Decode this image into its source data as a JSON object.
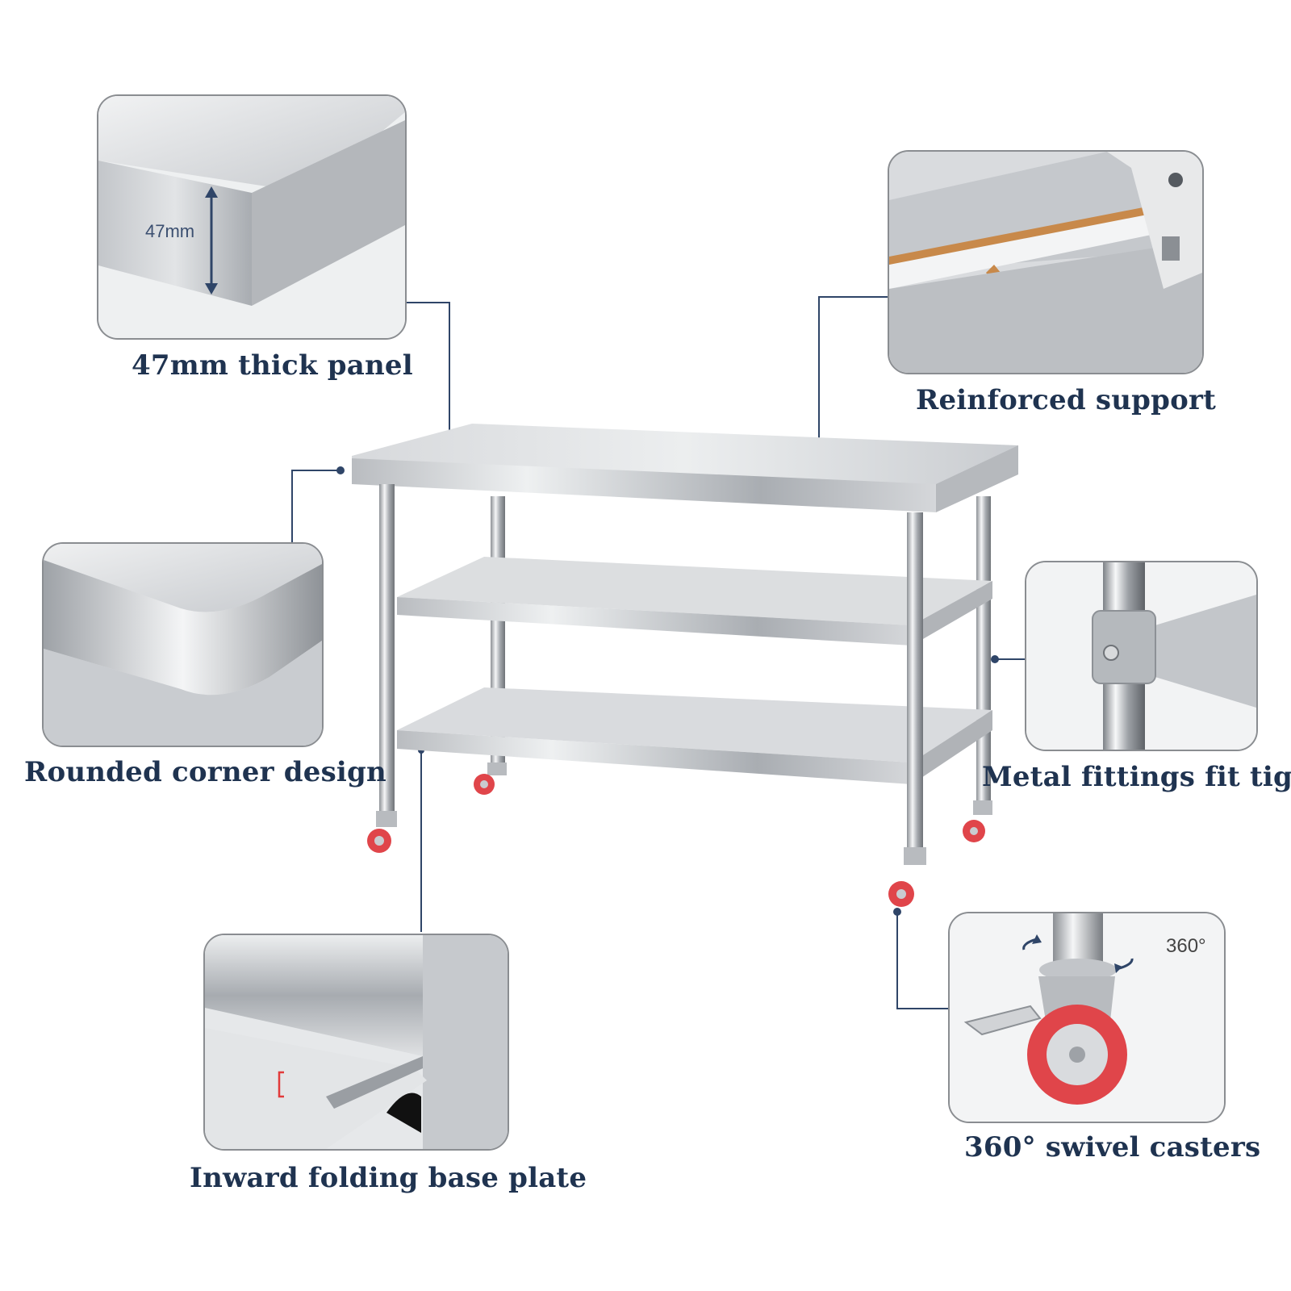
{
  "features": {
    "thick_panel": {
      "caption": "47mm thick panel",
      "dimension_label": "47mm"
    },
    "reinforced": {
      "caption": "Reinforced support"
    },
    "rounded_corner": {
      "caption": "Rounded corner design"
    },
    "fittings": {
      "caption": "Metal fittings fit tightly"
    },
    "base_plate": {
      "caption": "Inward folding base plate"
    },
    "casters": {
      "caption": "360° swivel casters",
      "rotation_label": "360°"
    }
  },
  "colors": {
    "caption_text": "#1f3350",
    "leader_line": "#2f4568",
    "panel_border": "#8a8d91",
    "steel_light": "#e4e6e8",
    "steel_dark": "#9ea2a7",
    "wheel_red": "#e0454a",
    "reinforcement_bar": "#c8894a"
  }
}
